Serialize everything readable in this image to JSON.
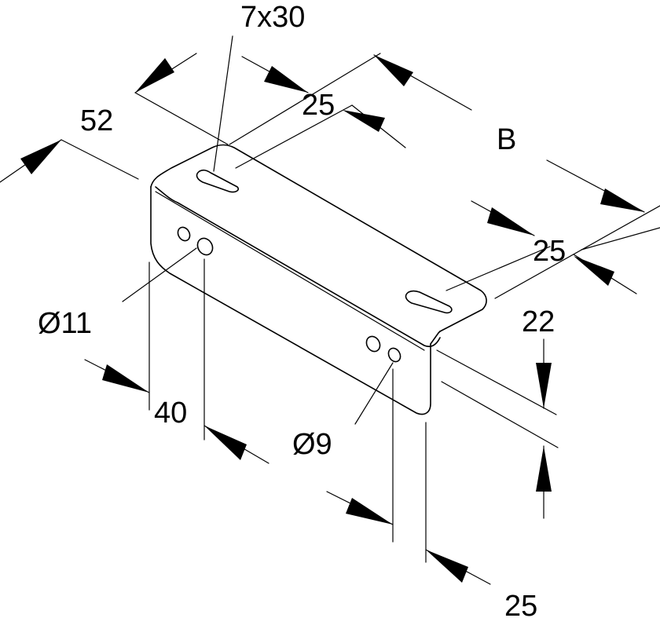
{
  "labels": {
    "slot": "7x30",
    "width_52": "52",
    "offset_top": "25",
    "length": "B",
    "offset_right": "25",
    "height_22": "22",
    "hole_large": "Ø11",
    "hole_spacing": "40",
    "hole_small": "Ø9",
    "offset_bottom": "25"
  }
}
